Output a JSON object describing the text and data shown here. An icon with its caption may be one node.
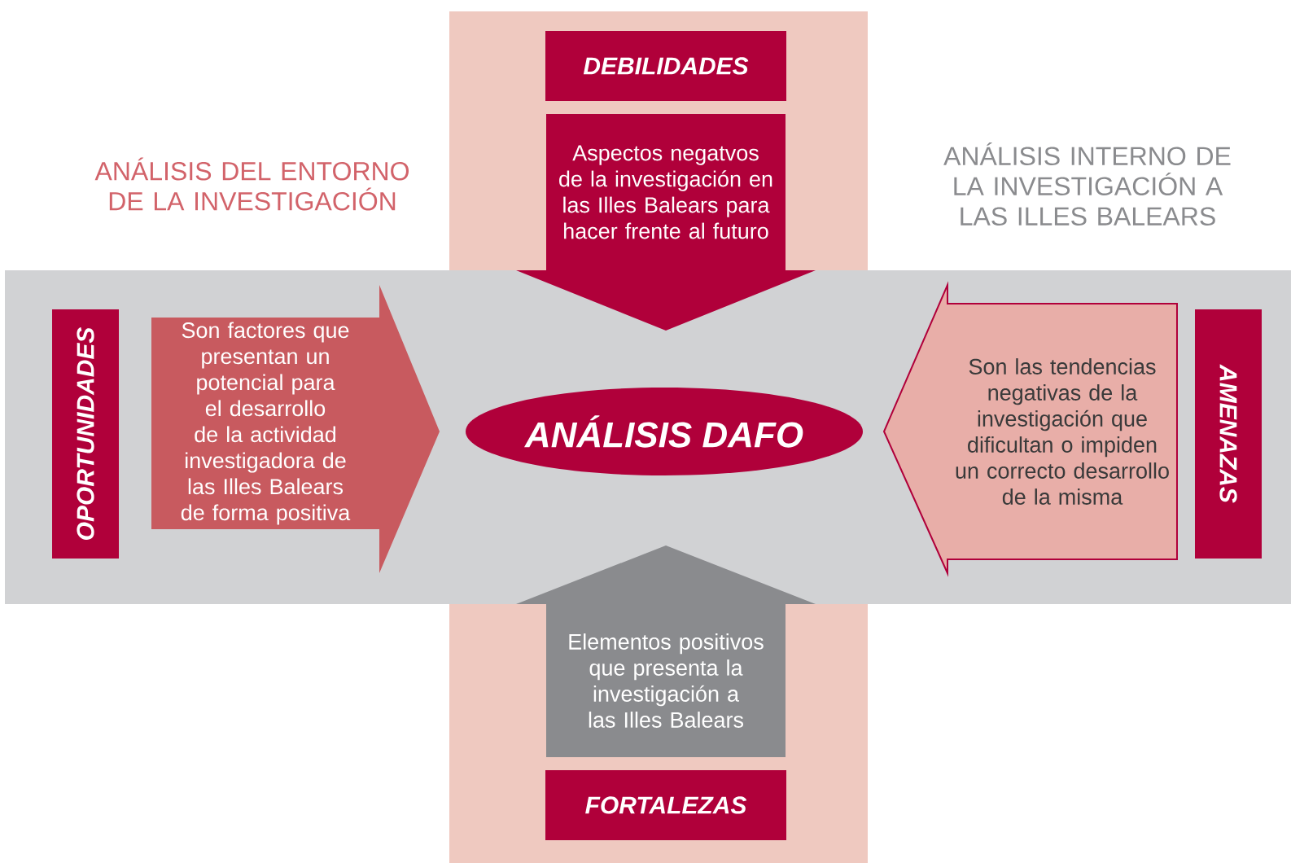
{
  "diagram": {
    "nodes": [
      {
        "text": [
          "DEBILIDADES"
        ]
      },
      {
        "text": [
          "Aspectos negatvos de la investigación en las Illes Balears para hacer frente al futuro"
        ]
      },
      {
        "text": [
          "OPORTUNIDADES"
        ]
      },
      {
        "text": [
          "Son factores que presentan un potencial para el desarrollo de la actividad investigadora de las Illes Balears de forma positiva"
        ]
      },
      {
        "text": [
          "ANÁLISIS DAFO"
        ]
      },
      {
        "text": [
          "Son las tendencias negativas de la investigación que dificultan o impiden un correcto desarrollo de la misma"
        ]
      },
      {
        "text": [
          "AMENAZAS"
        ]
      },
      {
        "text": [
          "Elementos positivos que presenta la investigación a las Illes Balears"
        ]
      },
      {
        "text": [
          "FORTALEZAS"
        ]
      }
    ],
    "labels": [
      "ANÁLISIS DEL ENTORNO DE LA INVESTIGACIÓN",
      "ANÁLISIS INTERNO DE LA INVESTIGACIÓN A LAS ILLES BALEARS"
    ]
  }
}
